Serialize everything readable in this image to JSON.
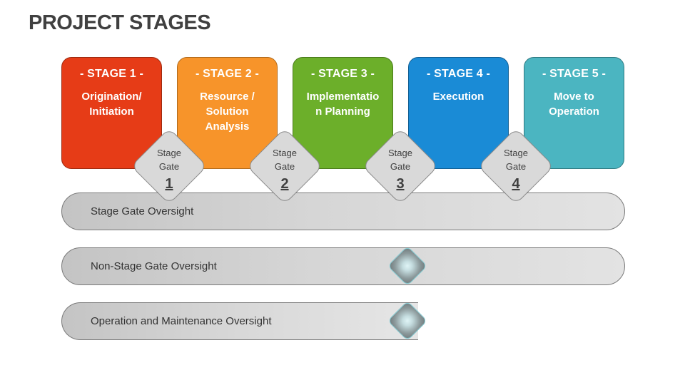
{
  "title": "PROJECT STAGES",
  "stages": [
    {
      "label": "- STAGE 1 -",
      "name": "Origination/ Initiation",
      "color": "#e63c17"
    },
    {
      "label": "- STAGE 2 -",
      "name": "Resource / Solution Analysis",
      "color": "#f7942a"
    },
    {
      "label": "- STAGE 3 -",
      "name": "Implementation Planning",
      "color": "#6caf2a"
    },
    {
      "label": "- STAGE 4 -",
      "name": "Execution",
      "color": "#1a8bd6"
    },
    {
      "label": "- STAGE 5 -",
      "name": "Move to Operation",
      "color": "#4bb5c1"
    }
  ],
  "stage_names_display": [
    "Origination/\nInitiation",
    "Resource /\nSolution\nAnalysis",
    "Implementatio\nn Planning",
    "Execution",
    "Move to\nOperation"
  ],
  "gates": [
    {
      "line1": "Stage",
      "line2": "Gate",
      "number": "1"
    },
    {
      "line1": "Stage",
      "line2": "Gate",
      "number": "2"
    },
    {
      "line1": "Stage",
      "line2": "Gate",
      "number": "3"
    },
    {
      "line1": "Stage",
      "line2": "Gate",
      "number": "4"
    }
  ],
  "oversight_bars": [
    {
      "label": "Stage Gate Oversight"
    },
    {
      "label": "Non-Stage Gate Oversight"
    },
    {
      "label": "Operation and Maintenance Oversight"
    }
  ]
}
